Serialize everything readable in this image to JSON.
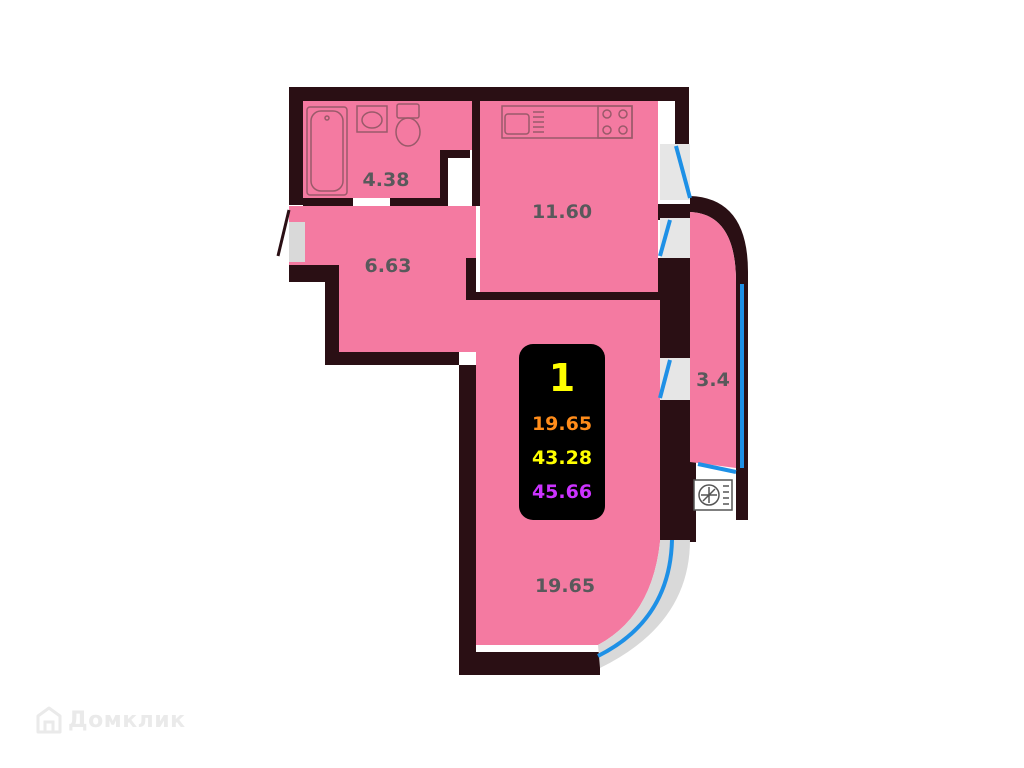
{
  "colors": {
    "room_fill": "#f47aa1",
    "wall": "#2a0f14",
    "window": "#1e90e6",
    "label": "#58595b",
    "info_bg": "#000000",
    "rooms_count": "#ffff00",
    "living_area": "#ff8c1a",
    "total_area": "#ffff00",
    "total_with_balcony": "#cc33ff",
    "watermark": "#d9d9d9"
  },
  "rooms": {
    "bathroom": "4.38",
    "kitchen": "11.60",
    "hallway": "6.63",
    "balcony": "3.4",
    "living_room": "19.65"
  },
  "info": {
    "rooms_count": "1",
    "living_area": "19.65",
    "total_area": "43.28",
    "total_with_balcony": "45.66"
  },
  "icons": [
    "bathtub-icon",
    "washbasin-icon",
    "toilet-icon",
    "kitchen-sink-icon",
    "stove-icon",
    "air-conditioner-icon"
  ],
  "watermark": {
    "text": "Домклик"
  }
}
